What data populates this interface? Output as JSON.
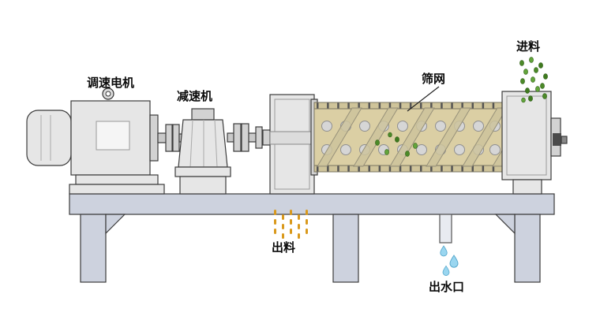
{
  "page": {
    "background": "#ffffff"
  },
  "labels": {
    "motor": "调速电机",
    "reducer": "减速机",
    "screen": "筛网",
    "feed": "进料",
    "discharge": "出料",
    "water_outlet": "出水口"
  },
  "colors": {
    "frame": "#cdd2de",
    "machine_body": "#e6e6e6",
    "screen_mesh": "#dbcfa4",
    "feed_material": "#4c8a28",
    "discharge_material": "#d9991c",
    "water": "#9ad6f0",
    "outline": "#3b3b3b"
  }
}
